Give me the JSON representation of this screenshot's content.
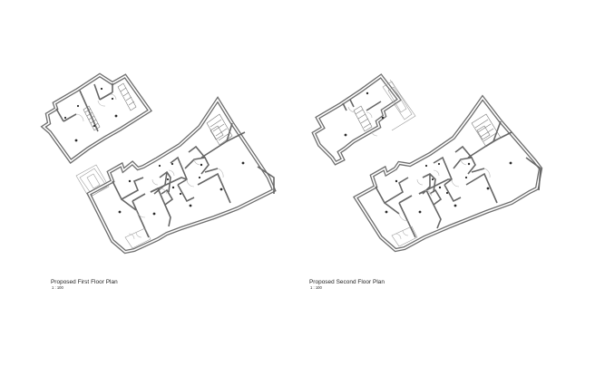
{
  "drawing": {
    "type": "architectural floor plans",
    "background": "#ffffff",
    "line_color": "#6d6d6d"
  },
  "plans": [
    {
      "id": "first-floor",
      "title": "Proposed First Floor Plan",
      "scale": "1 : 100"
    },
    {
      "id": "second-floor",
      "title": "Proposed Second Floor Plan",
      "scale": "1 : 100"
    }
  ]
}
